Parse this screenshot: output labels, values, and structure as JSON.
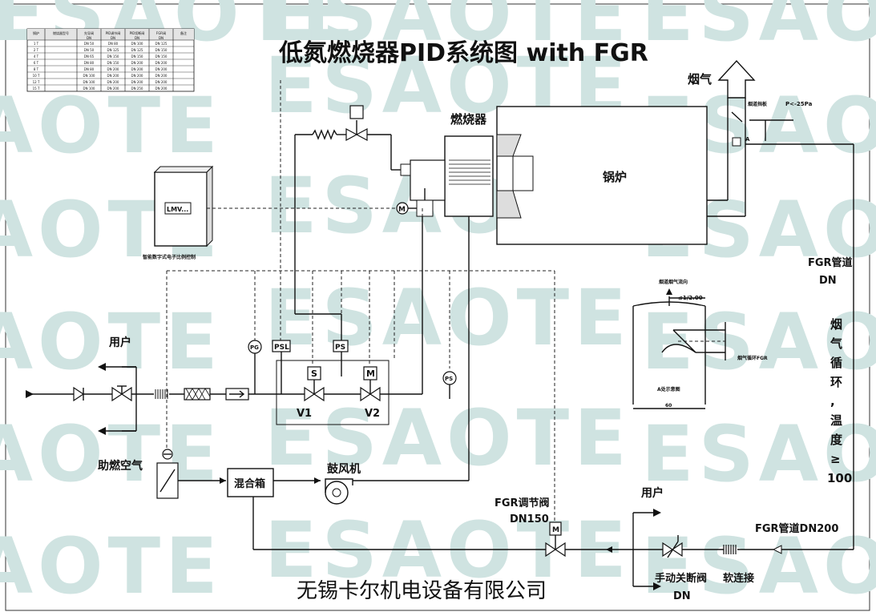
{
  "title": "低氮燃烧器PID系统图 with FGR",
  "company": "无锡卡尔机电设备有限公司",
  "watermark": "ESAOTE",
  "watermark_color": "#cfe3e1",
  "labels": {
    "flue_gas": "烟气",
    "burner": "燃烧器",
    "boiler": "锅炉",
    "controller_box": "LMV...",
    "controller_caption": "智能数字式电子比例控制",
    "fgr_pipe_dn": "FGR管道",
    "fgr_pipe_dn2": "DN",
    "fgr_recirc_vertical": "烟气循环,温度≥100",
    "user_top": "用户",
    "combustion_air": "助燃空气",
    "mix_box": "混合箱",
    "blower": "鼓风机",
    "fgr_valve": "FGR调节阀",
    "fgr_valve_dn": "DN150",
    "user_bottom": "用户",
    "fgr_pipe_dn200": "FGR管道DN200",
    "manual_valve": "手动关断阀",
    "manual_valve_dn": "DN",
    "soft_connect": "软连接",
    "pg": "PG",
    "psl": "PSL",
    "ps": "PS",
    "psh": "PS",
    "s_box": "S",
    "m_box": "M",
    "m_motor": "M",
    "m_fgr": "M",
    "v1": "V1",
    "v2": "V2",
    "outlet_note": "烟道挡板",
    "pressure_note": "P<-25Pa",
    "detail_flow": "烟道烟气流向",
    "detail_ratio": "≤1/2.00",
    "detail_fgr": "烟气循环FGR",
    "detail_caption": "A处示意图",
    "detail_dim": "60",
    "point_a": "A"
  },
  "spec_table": {
    "headers": [
      "锅炉",
      "燃烧器型号",
      "先导阀",
      "PID调节阀",
      "PID切断阀",
      "FGR阀",
      "备注"
    ],
    "subheaders": [
      "",
      "",
      "DN",
      "DN",
      "DN",
      "DN",
      ""
    ],
    "rows": [
      [
        "1 T",
        "",
        "DN 50",
        "DN 80",
        "DN 100",
        "DN 125",
        ""
      ],
      [
        "2 T",
        "",
        "DN 50",
        "DN 125",
        "DN 125",
        "DN 150",
        ""
      ],
      [
        "4 T",
        "",
        "DN 65",
        "DN 150",
        "DN 150",
        "DN 150",
        ""
      ],
      [
        "6 T",
        "",
        "DN 80",
        "DN 150",
        "DN 200",
        "DN 200",
        ""
      ],
      [
        "8 T",
        "",
        "DN 80",
        "DN 200",
        "DN 200",
        "DN 200",
        ""
      ],
      [
        "10 T",
        "",
        "DN 100",
        "DN 200",
        "DN 200",
        "DN 200",
        ""
      ],
      [
        "12 T",
        "",
        "DN 100",
        "DN 200",
        "DN 200",
        "DN 200",
        ""
      ],
      [
        "15 T",
        "",
        "DN 100",
        "DN 200",
        "DN 250",
        "DN 200",
        ""
      ]
    ]
  }
}
